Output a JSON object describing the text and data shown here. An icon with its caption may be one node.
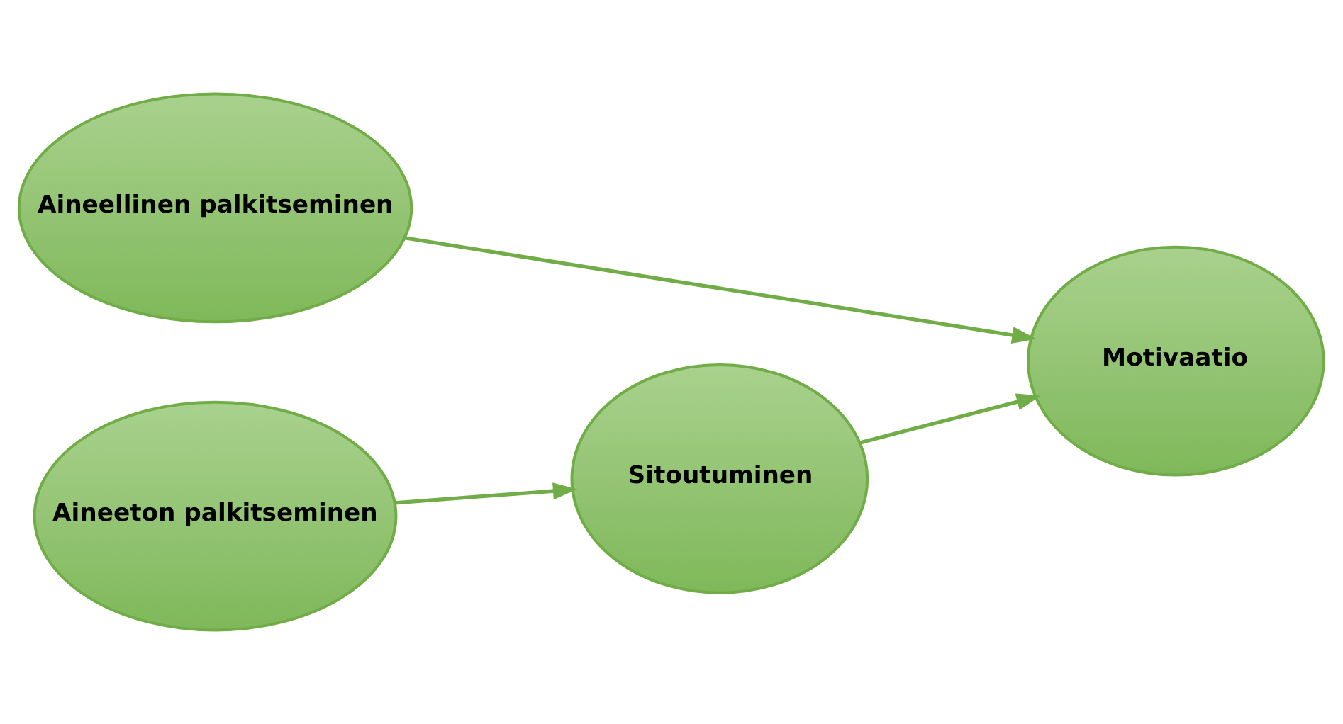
{
  "diagram": {
    "nodes": [
      {
        "text": [
          "Aineellinen palkitseminen"
        ]
      },
      {
        "text": [
          "Motivaatio"
        ]
      },
      {
        "text": [
          "Sitoutuminen"
        ]
      },
      {
        "text": [
          "Aineeton palkitseminen"
        ]
      }
    ],
    "edges": [
      {
        "from": 0,
        "to": 1,
        "arrow": "to"
      },
      {
        "from": 3,
        "to": 2,
        "arrow": "to"
      },
      {
        "from": 2,
        "to": 1,
        "arrow": "to"
      }
    ]
  }
}
